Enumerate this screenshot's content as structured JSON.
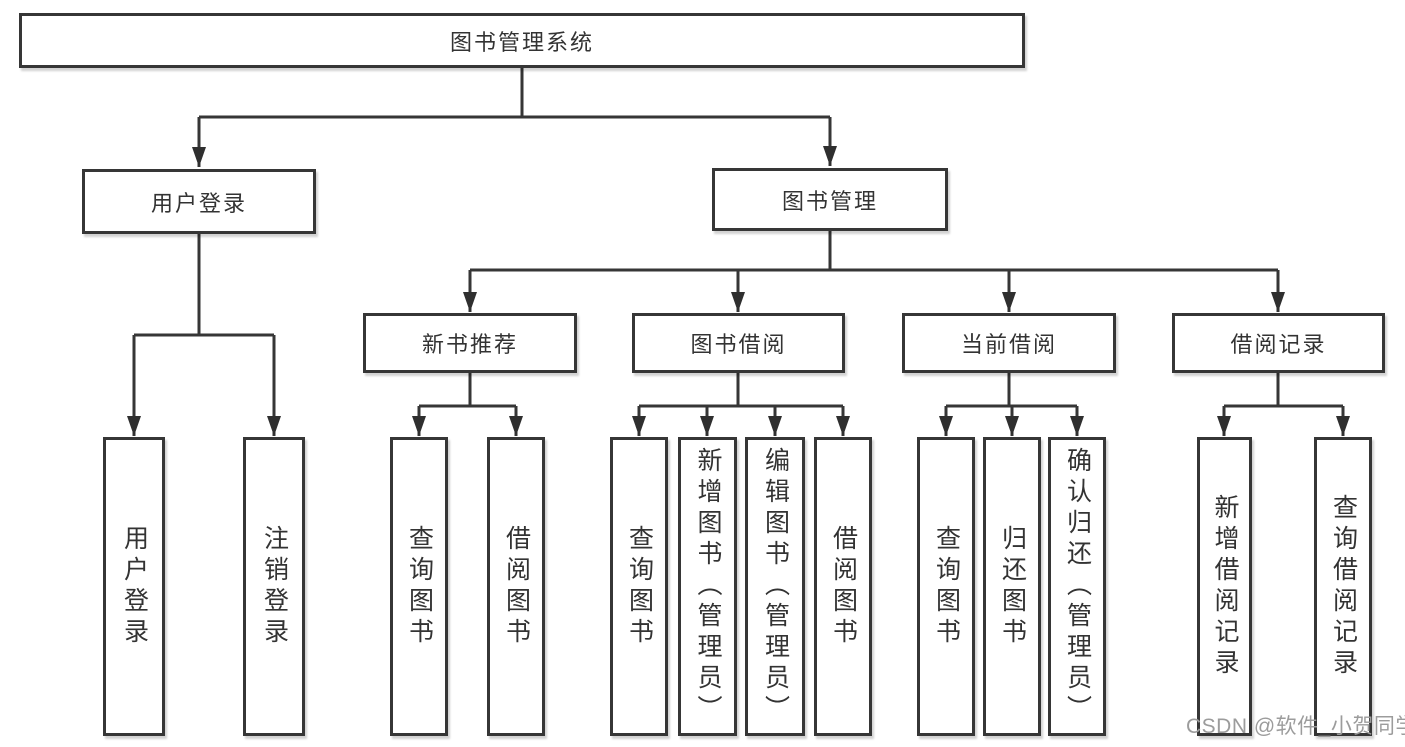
{
  "diagram_type": "hierarchy-tree",
  "colors": {
    "background": "#ffffff",
    "box_border": "#363636",
    "connector_line": "#363636",
    "arrowhead": "#2f2f2f",
    "text": "#333333",
    "watermark_text": "#9c9c9c"
  },
  "watermark": "CSDN @软件_小贺同学",
  "tree": {
    "root": {
      "label": "图书管理系统"
    },
    "branches": [
      {
        "label": "用户登录",
        "children": [
          {
            "label": "用户登录"
          },
          {
            "label": "注销登录"
          }
        ]
      },
      {
        "label": "图书管理",
        "children": [
          {
            "label": "新书推荐",
            "children": [
              {
                "label": "查询图书"
              },
              {
                "label": "借阅图书"
              }
            ]
          },
          {
            "label": "图书借阅",
            "children": [
              {
                "label": "查询图书"
              },
              {
                "label": "新增图书（管理员）"
              },
              {
                "label": "编辑图书（管理员）"
              },
              {
                "label": "借阅图书"
              }
            ]
          },
          {
            "label": "当前借阅",
            "children": [
              {
                "label": "查询图书"
              },
              {
                "label": "归还图书"
              },
              {
                "label": "确认归还（管理员）"
              }
            ]
          },
          {
            "label": "借阅记录",
            "children": [
              {
                "label": "新增借阅记录"
              },
              {
                "label": "查询借阅记录"
              }
            ]
          }
        ]
      }
    ]
  }
}
